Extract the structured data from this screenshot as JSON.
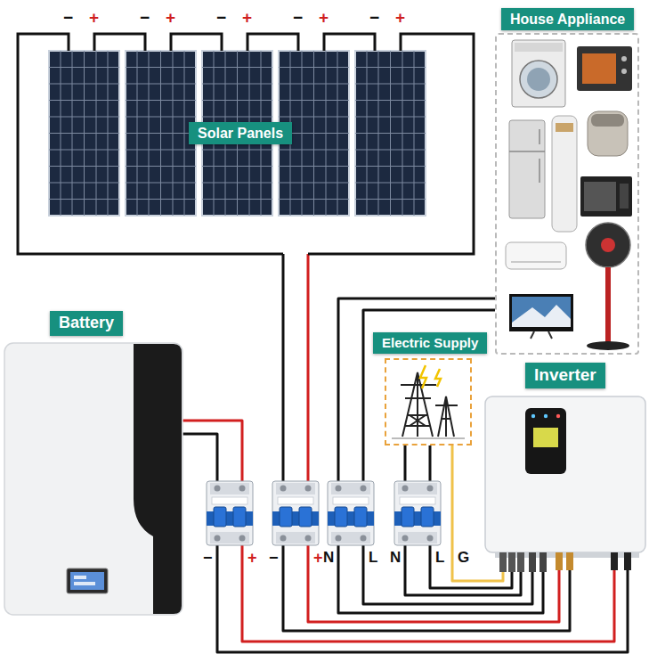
{
  "diagram": {
    "nodes": [
      {
        "text": [
          "Solar Panels"
        ]
      },
      {
        "text": [
          "House Appliance"
        ]
      },
      {
        "text": [
          "Battery"
        ]
      },
      {
        "text": [
          "Electric Supply"
        ]
      },
      {
        "text": [
          "Inverter"
        ]
      }
    ],
    "edges": [
      {
        "from": 0,
        "to": 4,
        "arrow": "none"
      },
      {
        "from": 2,
        "to": 4,
        "arrow": "none"
      },
      {
        "from": 3,
        "to": 4,
        "arrow": "none"
      },
      {
        "from": 4,
        "to": 1,
        "arrow": "none"
      }
    ],
    "labels": [
      "−",
      "+",
      "−",
      "+",
      "−",
      "+",
      "−",
      "+",
      "−",
      "+",
      "−",
      "+",
      "−",
      "+",
      "N",
      "L",
      "N",
      "L",
      "G"
    ]
  }
}
